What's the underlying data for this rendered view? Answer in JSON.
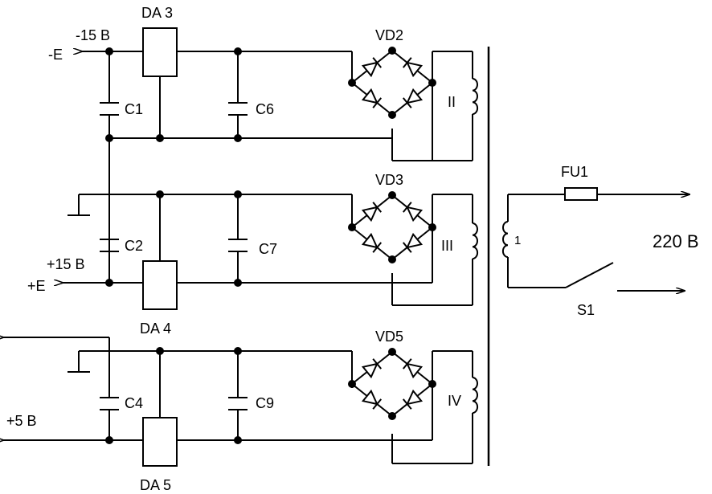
{
  "schematic": {
    "regulators": {
      "da3": "DA 3",
      "da4": "DA 4",
      "da5": "DA 5"
    },
    "bridges": {
      "vd2": "VD2",
      "vd3": "VD3",
      "vd5": "VD5"
    },
    "capacitors": {
      "c1": "C1",
      "c2": "C2",
      "c4": "C4",
      "c6": "C6",
      "c7": "C7",
      "c9": "C9"
    },
    "outputs": {
      "minus_15": "-15 B",
      "minus_e": "-E",
      "plus_15": "+15 B",
      "plus_e": "+E",
      "plus_5": "+5 B"
    },
    "windings": {
      "primary": "1",
      "w2": "II",
      "w3": "III",
      "w4": "IV"
    },
    "mains": {
      "fuse": "FU1",
      "voltage": "220 B",
      "switch": "S1"
    }
  }
}
